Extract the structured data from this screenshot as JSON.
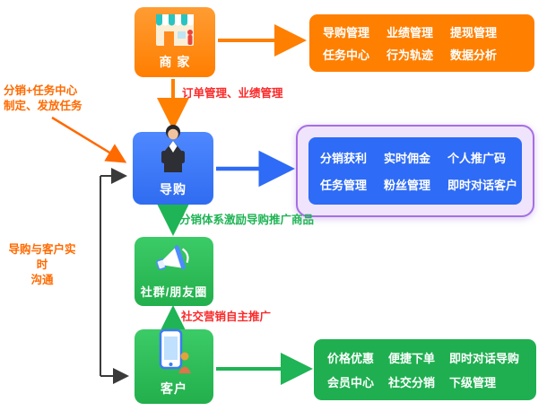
{
  "colors": {
    "orange": "#FF7F00",
    "blue": "#2E6BF6",
    "green": "#1FB455",
    "purple_border": "#A66FE3",
    "red_text": "#FB2A2A",
    "orange_text": "#FF6A00"
  },
  "nodes": {
    "merchant": {
      "label": "商 家"
    },
    "guide": {
      "label": "导购"
    },
    "community": {
      "label": "社群/朋友圈"
    },
    "customer": {
      "label": "客户"
    }
  },
  "panels": {
    "merchant": {
      "row1": [
        "导购管理",
        "业绩管理",
        "提现管理"
      ],
      "row2": [
        "任务中心",
        "行为轨迹",
        "数据分析"
      ]
    },
    "guide": {
      "row1": [
        "分销获利",
        "实时佣金",
        "个人推广码"
      ],
      "row2": [
        "任务管理",
        "粉丝管理",
        "即时对话客户"
      ]
    },
    "customer": {
      "row1": [
        "价格优惠",
        "便捷下单",
        "即时对话导购"
      ],
      "row2": [
        "会员中心",
        "社交分销",
        "下级管理"
      ]
    }
  },
  "edge_labels": {
    "merchant_to_guide": "订单管理、业绩管理",
    "guide_to_community": "分销体系激励导购推广商品",
    "customer_to_community": "社交营销自主推广",
    "task_assign": "分销+任务中心\n制定、发放任务",
    "realtime_chat": "导购与客户实时\n沟通"
  }
}
